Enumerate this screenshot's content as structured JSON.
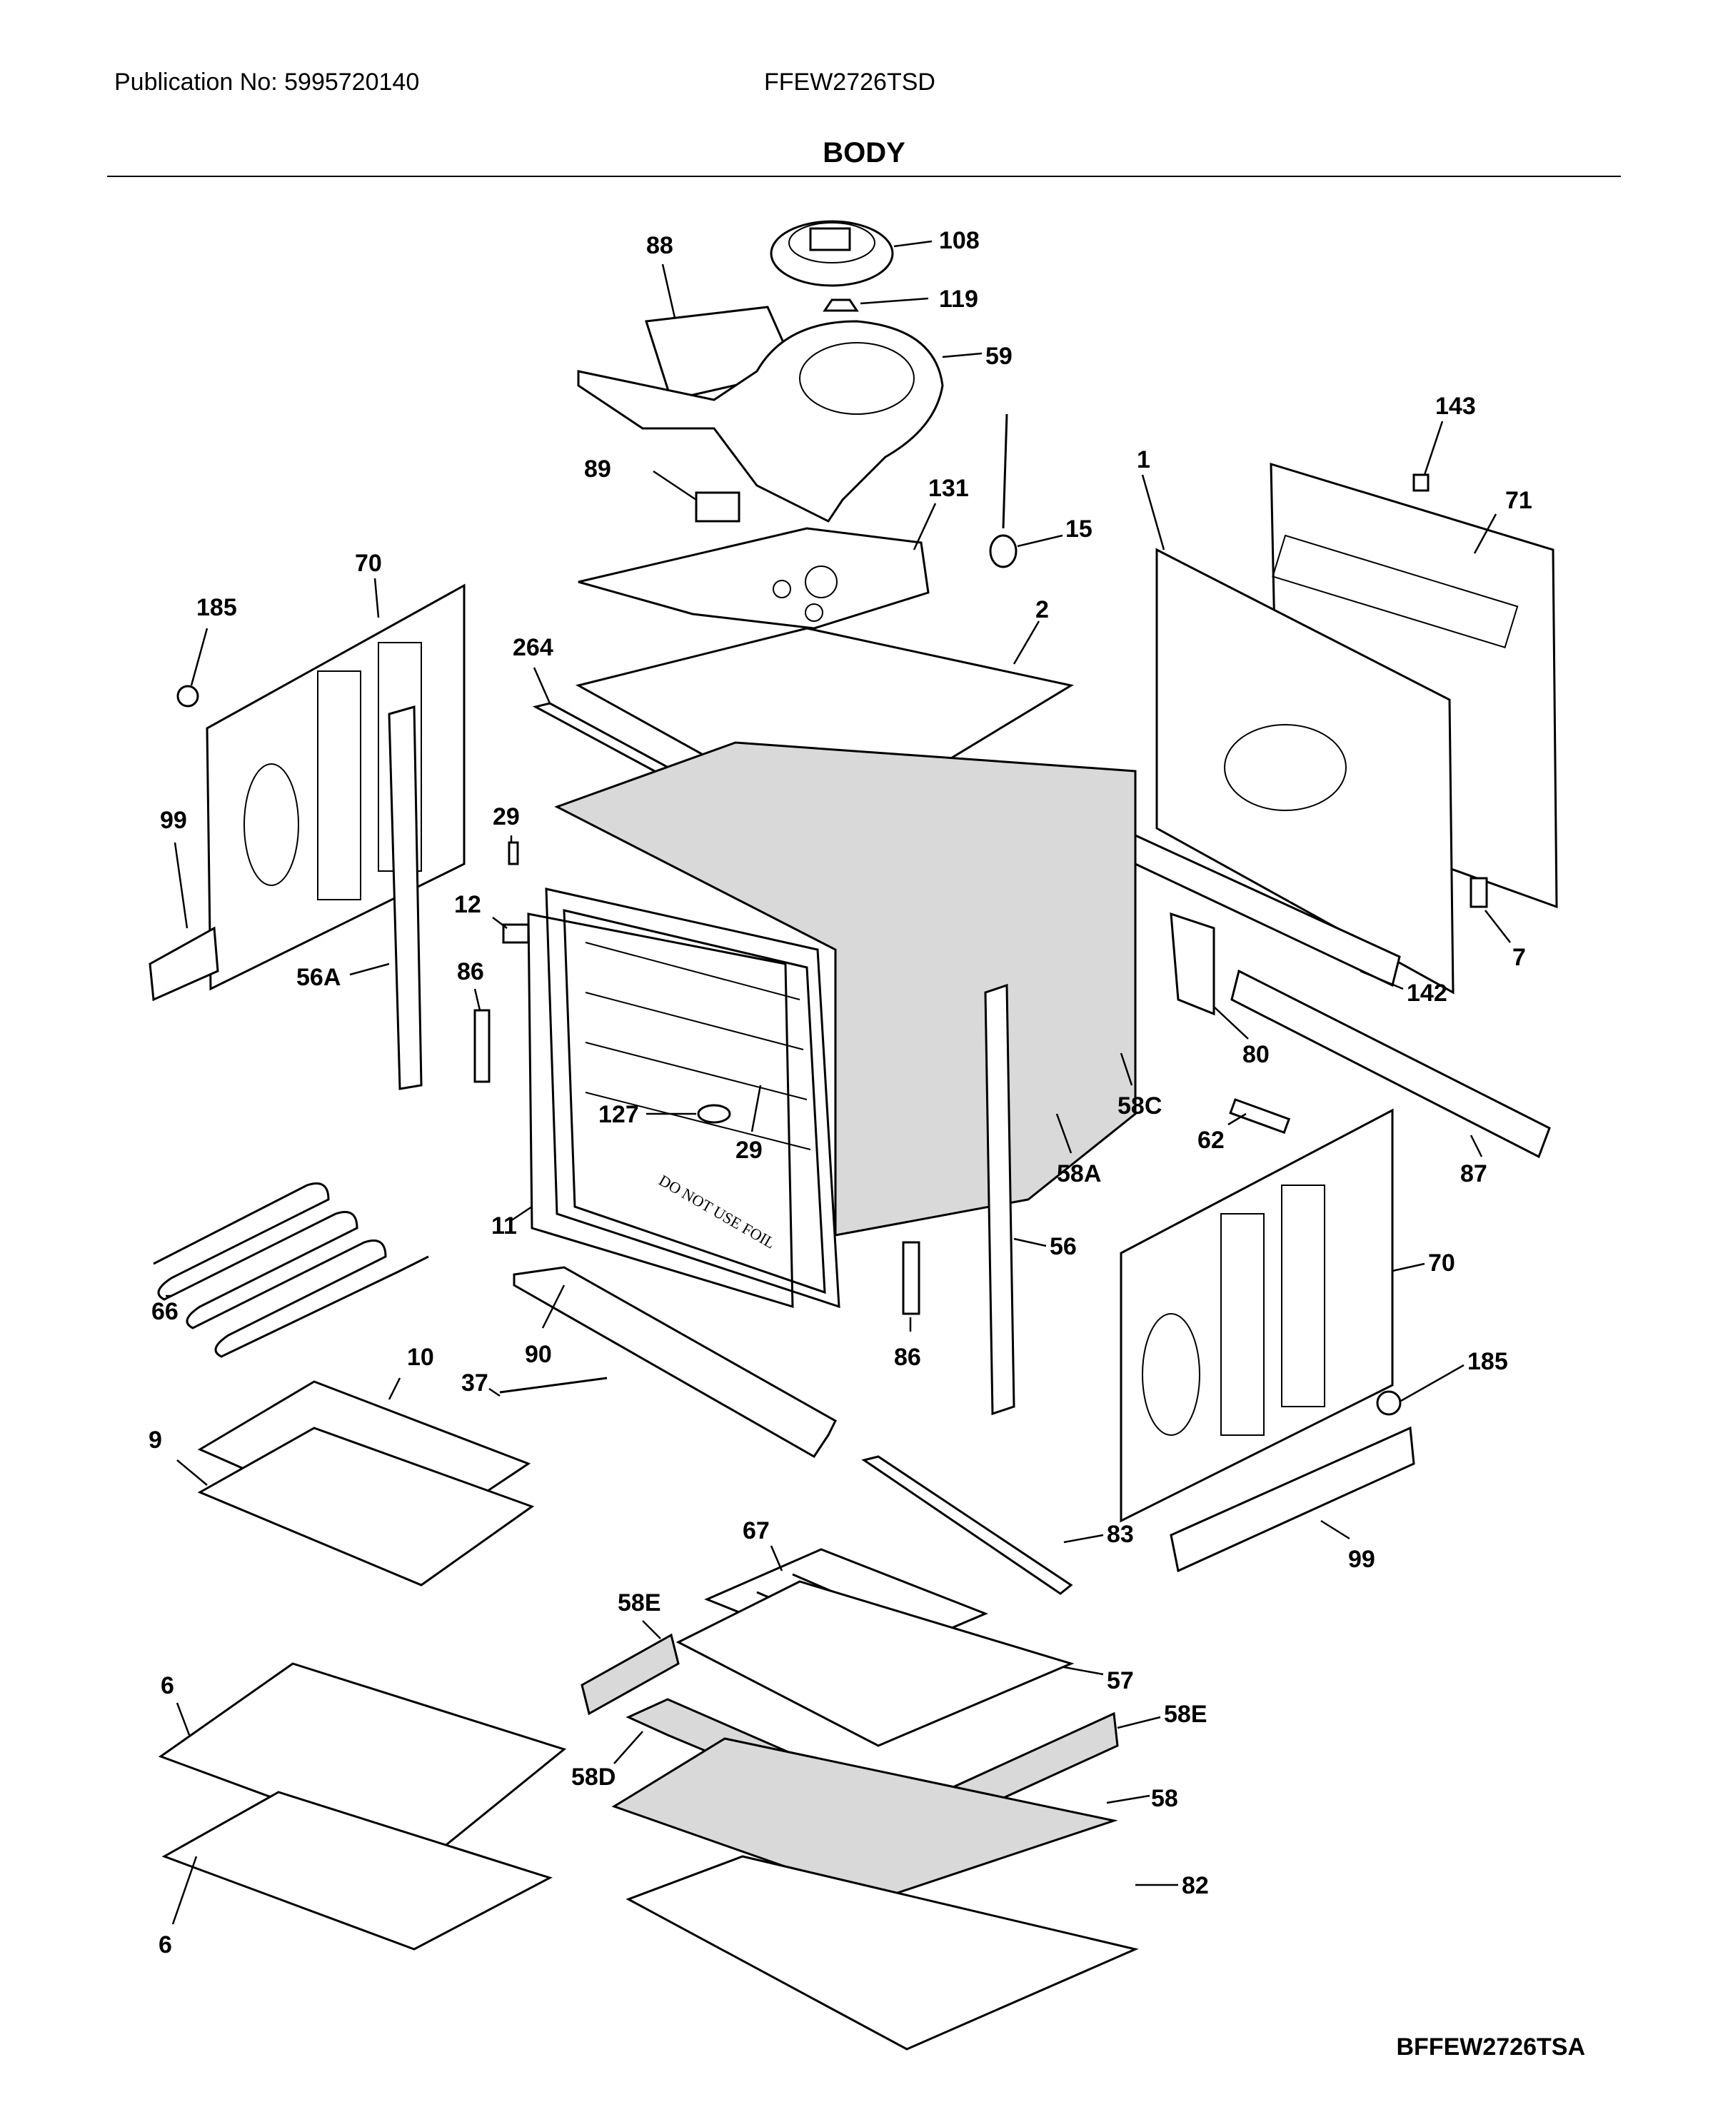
{
  "header": {
    "publication": "Publication No: 5995720140",
    "model": "FFEW2726TSD",
    "section_title": "BODY"
  },
  "footer": {
    "diagram_code": "BFFEW2726TSA"
  },
  "callouts": {
    "c108": "108",
    "c88": "88",
    "c119": "119",
    "c59": "59",
    "c143": "143",
    "c89": "89",
    "c131": "131",
    "c1": "1",
    "c71": "71",
    "c15": "15",
    "c70a": "70",
    "c185a": "185",
    "c2": "2",
    "c264": "264",
    "c99a": "99",
    "c29a": "29",
    "c12": "12",
    "c56A": "56A",
    "c86a": "86",
    "c7": "7",
    "c142": "142",
    "c80": "80",
    "c127": "127",
    "c29b": "29",
    "c58C": "58C",
    "c62": "62",
    "c58A": "58A",
    "c87": "87",
    "c11": "11",
    "c66": "66",
    "c56": "56",
    "c70b": "70",
    "c90": "90",
    "c86b": "86",
    "c10": "10",
    "c185b": "185",
    "c37": "37",
    "c9": "9",
    "c83": "83",
    "c99b": "99",
    "c67": "67",
    "c58Ea": "58E",
    "c57": "57",
    "c6a": "6",
    "c58Eb": "58E",
    "c58D": "58D",
    "c58": "58",
    "c82": "82",
    "c6b": "6"
  },
  "labels": {
    "oven_floor_text": "DO NOT USE FOIL"
  }
}
